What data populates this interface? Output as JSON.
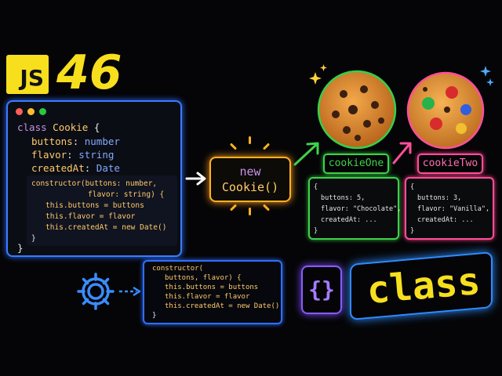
{
  "badge": {
    "js": "JS",
    "episode": "46"
  },
  "editor": {
    "line1_kw": "class",
    "line1_name": "Cookie",
    "line1_brace": "{",
    "f1_name": "buttons",
    "f1_type": "number",
    "f2_name": "flavor",
    "f2_type": "string",
    "f3_name": "createdAt",
    "f3_type": "Date",
    "ctor": "constructor(buttons: number,",
    "ctor2": "flavor: string) {",
    "a1": "this.buttons = buttons",
    "a2": "this.flavor = flavor",
    "a3": "this.createdAt = new Date()",
    "close_inner": "}",
    "close_outer": "}"
  },
  "new_box": {
    "line1": "new",
    "line2": "Cookie()"
  },
  "instances": [
    {
      "label": "cookieOne",
      "buttons": "buttons: 5,",
      "flavor": "flavor: \"Chocolate\",",
      "created": "createdAt: ...",
      "open": "{",
      "close": "}",
      "color": "#3fd14a"
    },
    {
      "label": "cookieTwo",
      "buttons": "buttons: 3,",
      "flavor": "flavor: \"Vanilla\",",
      "created": "createdAt: ...",
      "open": "{",
      "close": "}",
      "color": "#ff4f9a"
    }
  ],
  "snippet": {
    "l1": "constructor(",
    "l2": "buttons, flavor) {",
    "l3": "this.buttons = buttons",
    "l4": "this.flavor = flavor",
    "l5": "this.createdAt = new Date()",
    "l6": "}"
  },
  "brace_icon": "{}",
  "class_word": "class",
  "icons": [
    "gear-icon",
    "cookie-chocolate-chip",
    "cookie-candy",
    "sparkle-icon",
    "arrow-icon"
  ],
  "colors": {
    "js_yellow": "#f7df1e",
    "editor_blue": "#3a7cff",
    "new_orange": "#ffb21e",
    "green": "#3fd14a",
    "pink": "#ff4f9a",
    "purple": "#8a5bff"
  }
}
